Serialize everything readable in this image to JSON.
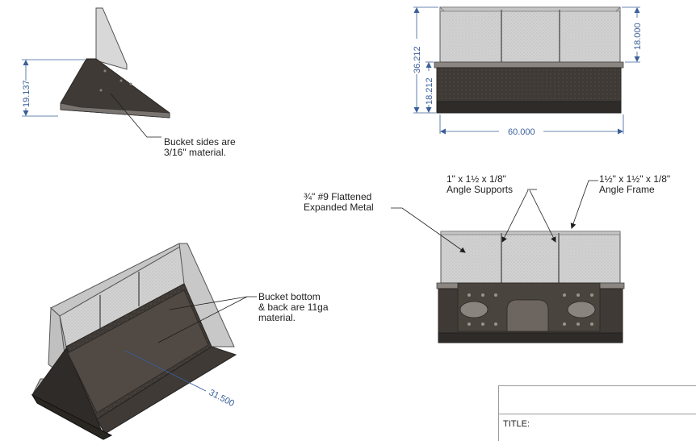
{
  "dimensions": {
    "side_height": "19.137",
    "overall_height": "36.212",
    "lower_height": "18.212",
    "upper_height": "18.000",
    "overall_width": "60.000",
    "depth": "31.500"
  },
  "notes": {
    "bucket_sides": [
      "Bucket sides are",
      "3/16\" material."
    ],
    "bucket_bottom": [
      "Bucket bottom",
      "& back are 11ga",
      "material."
    ],
    "expanded_metal": [
      "¾\" #9 Flattened",
      "Expanded Metal"
    ],
    "angle_supports": [
      "1\" x 1½ x 1/8\"",
      "Angle Supports"
    ],
    "angle_frame": [
      "1½\" x 1½\" x 1/8\"",
      "Angle Frame"
    ]
  },
  "title_block": {
    "title_label": "TITLE:"
  },
  "colors": {
    "dimension": "#3a5f9a",
    "steel_dark": "#3d3834",
    "mesh": "#c9c9c9"
  }
}
